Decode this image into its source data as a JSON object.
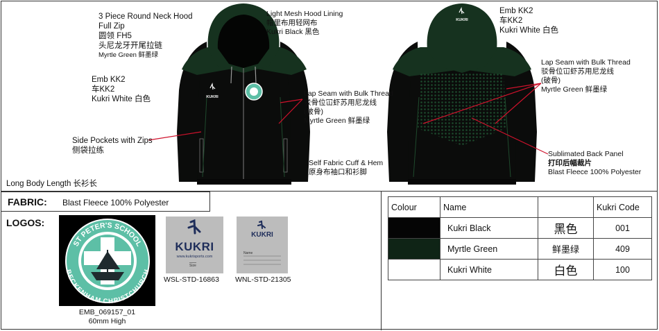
{
  "front_labels": {
    "hood_1": "3 Piece Round Neck Hood",
    "hood_2": "Full Zip",
    "hood_3": "圆领 FH5",
    "hood_4": "头尼龙牙开尾拉链",
    "hood_5": "Myrtle Green 鲜墨绿",
    "emb_1": "Emb KK2",
    "emb_2": "车KK2",
    "emb_3": "Kukri White  白色",
    "pockets_1": "Side Pockets with Zips",
    "pockets_2": "侧袋拉练",
    "body_length": "Long Body Length  长衫长",
    "mesh_1": "Light Mesh Hood Lining",
    "mesh_2": "帽里布用轻网布",
    "mesh_3": "Kukri Black  黑色",
    "lap_1": "Lap Seam with Bulk Thread",
    "lap_2": "驳骨位冚虾苏用尼龙线",
    "lap_3": "(破骨)",
    "lap_4": "Myrtle Green 鲜墨绿",
    "cuff_1": "Self Fabric Cuff & Hem",
    "cuff_2": "原身布袖口和衫脚"
  },
  "back_labels": {
    "emb_1": "Emb KK2",
    "emb_2": "车KK2",
    "emb_3": "Kukri White  白色",
    "lap_1": "Lap Seam with Bulk Thread",
    "lap_2": "驳骨位冚虾苏用尼龙线",
    "lap_3": "(破骨)",
    "lap_4": "Myrtle Green 鲜墨绿",
    "panel_1": "Sublimated Back Panel",
    "panel_2": "打印后幅裁片",
    "panel_3": "Blast Fleece 100% Polyester"
  },
  "garment_brand": "KUKRI",
  "badge": {
    "ring_top": "ST PETER'S SCHOOL",
    "ring_bottom": "BECKENHAM CHRISTCHURCH"
  },
  "fabric": {
    "title": "FABRIC:",
    "value": "Blast Fleece 100% Polyester"
  },
  "logos": {
    "title": "LOGOS:",
    "emb_code": "EMB_069157_01",
    "emb_size": "60mm High",
    "label1_brand": "KUKRI",
    "label1_url": "www.kukrisports.com",
    "label1_size": "Size",
    "label1_code": "WSL-STD-16863",
    "label2_brand": "KUKRI",
    "label2_name": "Name",
    "label2_code": "WNL-STD-21305"
  },
  "colour_table": {
    "headers": [
      "Colour",
      "Name",
      "",
      "Kukri Code"
    ],
    "rows": [
      {
        "swatch": "#050505",
        "name": "Kukri Black",
        "chinese": "黑色",
        "code": "001"
      },
      {
        "swatch": "#0f2416",
        "name": "Myrtle Green",
        "chinese": "鲜墨绿",
        "code": "409"
      },
      {
        "swatch": "#ffffff",
        "name": "Kukri White",
        "chinese": "白色",
        "code": "100"
      }
    ]
  },
  "colors": {
    "garment_black": "#0b0c0b",
    "myrtle_green": "#16321f",
    "callout_red": "#d0122c",
    "badge_teal": "#5dbfa6",
    "kukri_navy": "#1e2d5a"
  }
}
